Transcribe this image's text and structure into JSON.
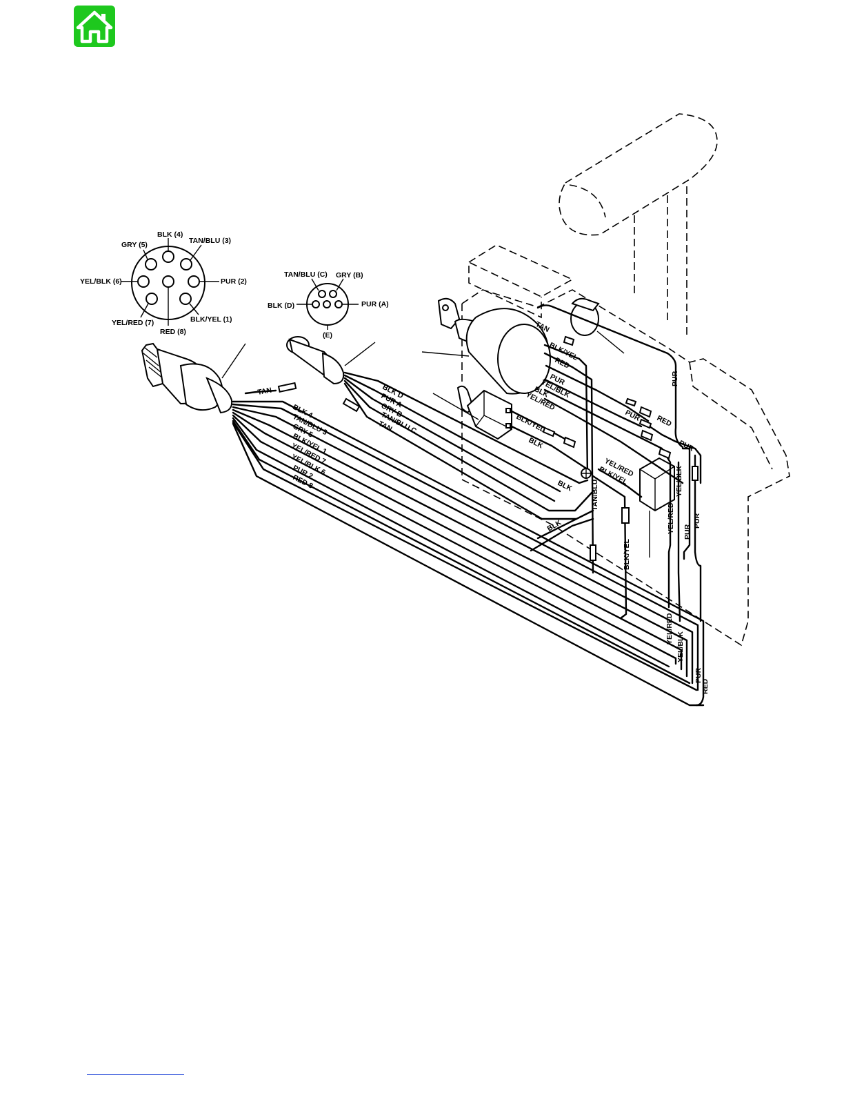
{
  "colors": {
    "home_button": "#1ec81e",
    "home_icon": "#ffffff",
    "line": "#000000",
    "footer_rule": "#1a3fd6"
  },
  "home_button": {
    "icon": "home-icon"
  },
  "connector_8pin": {
    "pins": {
      "blk4": "BLK (4)",
      "tanblu3": "TAN/BLU (3)",
      "gry5": "GRY (5)",
      "pur2": "PUR (2)",
      "yelblk6": "YEL/BLK (6)",
      "yelred7": "YEL/RED (7)",
      "blkyel1": "BLK/YEL (1)",
      "red8": "RED (8)"
    }
  },
  "connector_5pin": {
    "pins": {
      "tanbluC": "TAN/BLU (C)",
      "gryB": "GRY (B)",
      "blkD": "BLK (D)",
      "purA": "PUR (A)",
      "e": "(E)"
    }
  },
  "harness8_labels": [
    "BLK 4",
    "TAN/BLU 3",
    "GRY 5",
    "BLK/YEL 1",
    "YEL/RED 7",
    "YEL/BLK 6",
    "PUR 2",
    "RED 8"
  ],
  "harness5_labels": [
    "BLK D",
    "PUR A",
    "GRY B",
    "TAN/BLU C",
    "TAN"
  ],
  "loose_lead": "TAN",
  "ignition_switch_labels": [
    "TAN",
    "BLK/YEL",
    "RED",
    "PUR",
    "YEL/BLK",
    "BLK",
    "YEL/RED"
  ],
  "toggle_switch_labels": [
    "BLK/YEL",
    "BLK"
  ],
  "right_labels": {
    "red": "RED",
    "pur_a": "PUR",
    "pur_b": "PUR",
    "pur_top": "PUR",
    "yelred_a": "YEL/RED",
    "blkyel_a": "BLK/YEL",
    "blk_ground": "BLK",
    "blk_bottom": "BLK",
    "tanblu_v": "TAN/BLU",
    "blkyel_v": "BLK/YEL",
    "yelred_v": "YEL/RED",
    "yelblk_v": "YEL/BLK",
    "pur_v1": "PUR",
    "pur_v2": "PUR",
    "yelred_v2": "YEL/RED",
    "yelblk_v2": "YEL/BLK",
    "pur_v3": "PUR",
    "red_v": "RED"
  }
}
